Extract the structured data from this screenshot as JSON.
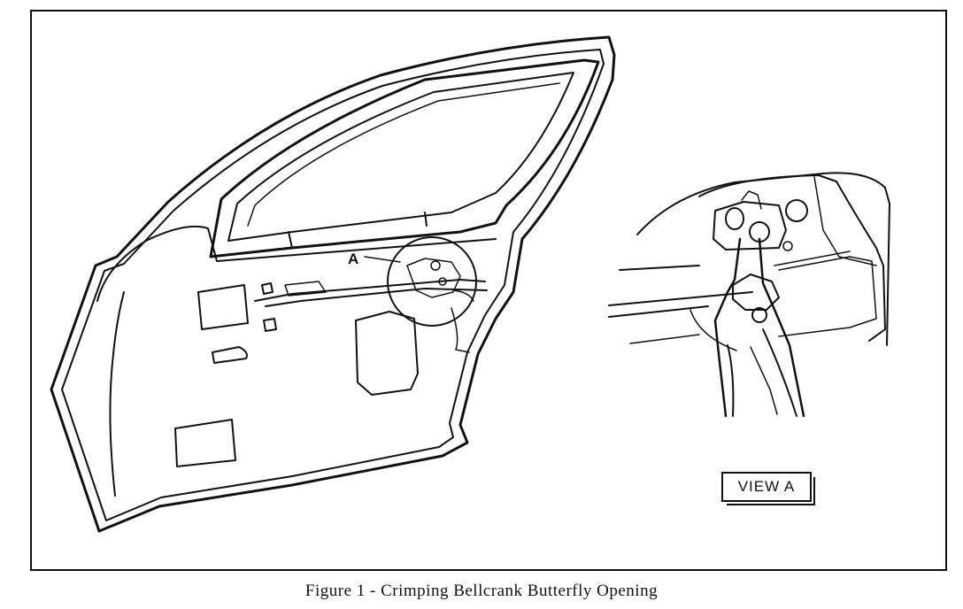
{
  "figure": {
    "callout_label": "A",
    "view_label": "VIEW A",
    "caption": "Figure 1 - Crimping Bellcrank Butterfly Opening"
  }
}
